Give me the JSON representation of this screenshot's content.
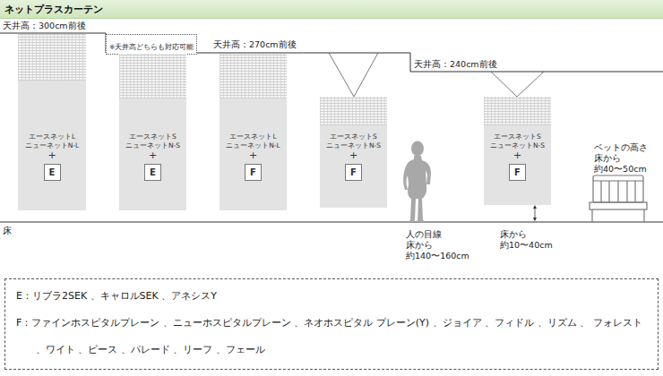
{
  "diagram": {
    "title": "ネットプラスカーテン",
    "nodes": [
      {
        "text": [
          "エースネットL",
          "ニューネットN-L",
          "+"
        ]
      },
      {
        "text": [
          "E"
        ],
        "in": 0
      },
      {
        "text": [
          "※天井高どちらも対応可能"
        ]
      },
      {
        "text": [
          "エースネットS",
          "ニューネットN-S",
          "+"
        ]
      },
      {
        "text": [
          "E"
        ],
        "in": 3
      },
      {
        "text": [
          "エースネットL",
          "ニューネットN-L",
          "+"
        ]
      },
      {
        "text": [
          "F"
        ],
        "in": 5
      },
      {
        "text": [
          "エースネットS",
          "ニューネットN-S",
          "+"
        ]
      },
      {
        "text": [
          "F"
        ],
        "in": 7
      },
      {
        "text": [
          "エースネットS",
          "ニューネットN-S",
          "+"
        ]
      },
      {
        "text": [
          "F"
        ],
        "in": 9
      },
      {
        "text": [
          "E：リブラ2SEK 、キャロルSEK 、アネシスY",
          "F：ファインホスピタルプレーン 、ニューホスピタルプレーン 、ネオホスピタル プレーン(Y) 、ジョイア 、フィドル 、リズム 、 フォレスト 、ワイト 、ピース 、パレード 、リーフ 、フェール"
        ]
      }
    ],
    "labels": [
      "天井高：300cm前後",
      "天井高：270cm前後",
      "天井高：240cm前後",
      "床",
      "人の目線",
      "床から",
      "約140〜160cm",
      "床から",
      "約10〜40cm",
      "ベットの高さ",
      "床から",
      "約40〜50cm"
    ]
  }
}
